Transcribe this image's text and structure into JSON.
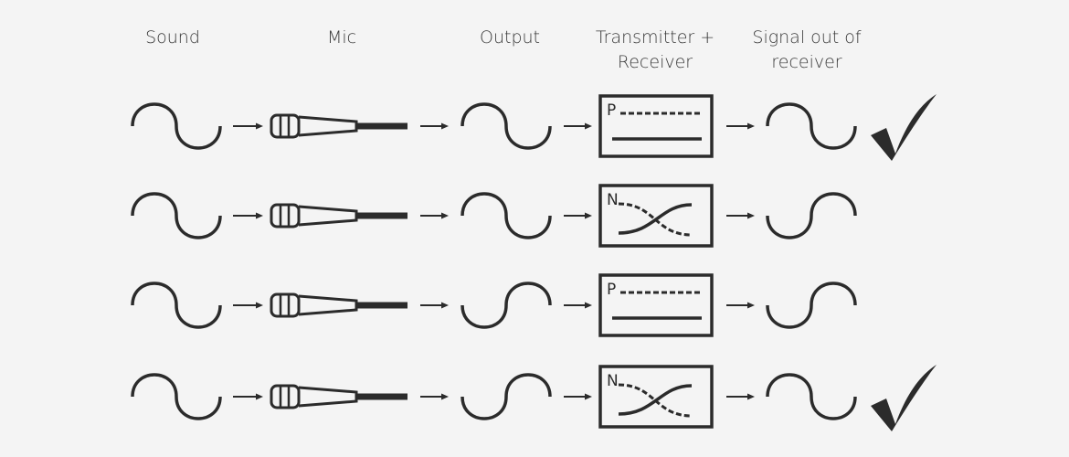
{
  "headers": {
    "sound": "Sound",
    "mic": "Mic",
    "output": "Output",
    "transceiver_line1": "Transmitter +",
    "transceiver_line2": "Receiver",
    "signal_line1": "Signal out of",
    "signal_line2": "receiver"
  },
  "rows": [
    {
      "sound": "normal",
      "output": "normal",
      "polarity": "P",
      "signal": "normal",
      "check": true
    },
    {
      "sound": "normal",
      "output": "normal",
      "polarity": "N",
      "signal": "inverted",
      "check": false
    },
    {
      "sound": "normal",
      "output": "inverted",
      "polarity": "P",
      "signal": "inverted",
      "check": false
    },
    {
      "sound": "normal",
      "output": "inverted",
      "polarity": "N",
      "signal": "normal",
      "check": true
    }
  ],
  "colors": {
    "ink": "#2b2b2b",
    "background": "#f4f4f4"
  }
}
